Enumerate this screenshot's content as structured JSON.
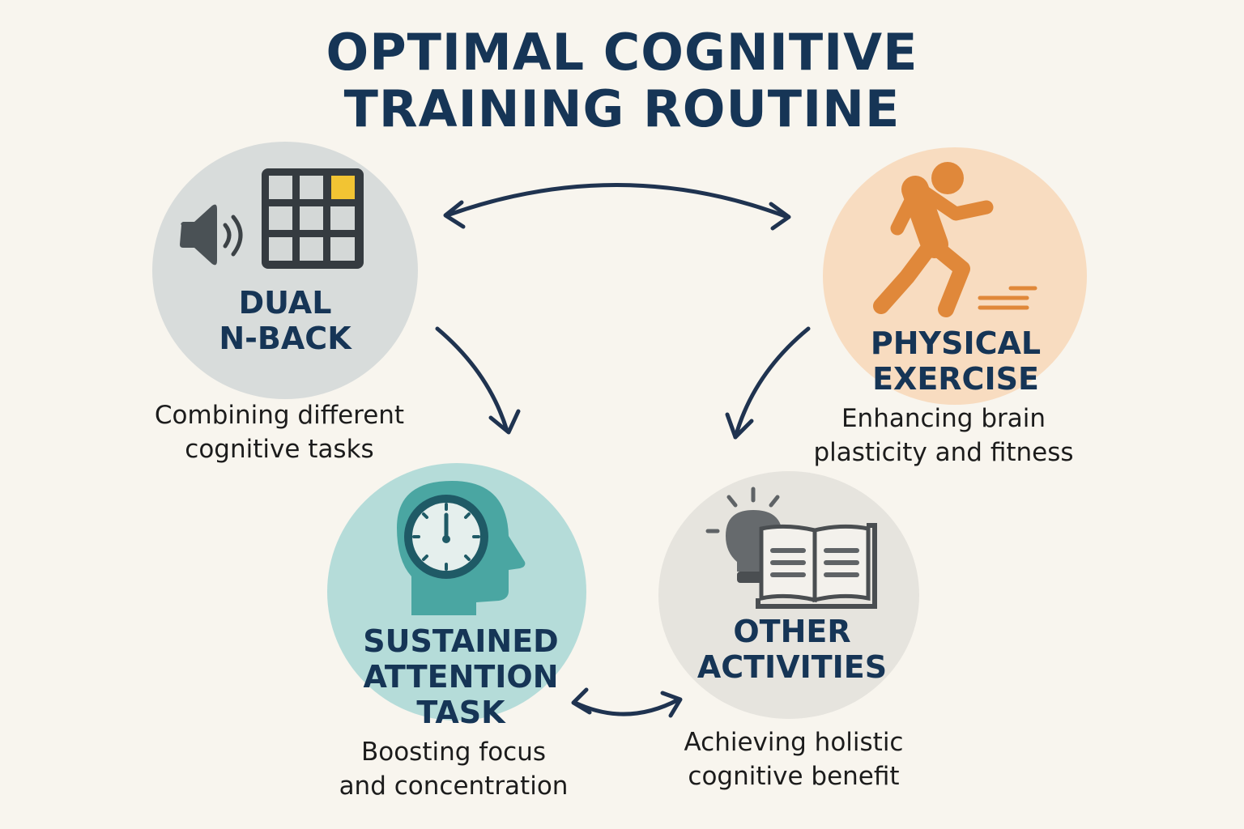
{
  "title": {
    "line1": "OPTIMAL COGNITIVE",
    "line2": "TRAINING ROUTINE"
  },
  "colors": {
    "background": "#f8f5ee",
    "title_text": "#163556",
    "arrow": "#1f3350",
    "dual_nback_circle": "#d8dcdb",
    "physical_circle": "#f8dcc0",
    "sustained_circle": "#b5dcd9",
    "other_circle": "#e6e4de",
    "grid_highlight": "#f2c433",
    "runner_orange": "#e0883a",
    "head_teal": "#4aa6a2"
  },
  "nodes": [
    {
      "id": "dual-n-back",
      "label_line1": "DUAL",
      "label_line2": "N-BACK",
      "icons": [
        "speaker-icon",
        "grid-3x3-icon"
      ],
      "description_line1": "Combining different",
      "description_line2": "cognitive tasks"
    },
    {
      "id": "physical-exercise",
      "label_line1": "PHYSICAL",
      "label_line2": "EXERCISE",
      "icons": [
        "running-person-icon"
      ],
      "description_line1": "Enhancing brain",
      "description_line2": "plasticity and fitness"
    },
    {
      "id": "sustained-attention-task",
      "label_line1": "SUSTAINED",
      "label_line2": "ATTENTION",
      "label_line3": "TASK",
      "icons": [
        "head-clock-icon"
      ],
      "description_line1": "Boosting focus",
      "description_line2": "and concentration"
    },
    {
      "id": "other-activities",
      "label_line1": "OTHER",
      "label_line2": "ACTIVITIES",
      "icons": [
        "lightbulb-icon",
        "open-book-icon"
      ],
      "description_line1": "Achieving holistic",
      "description_line2": "cognitive benefit"
    }
  ],
  "connections": [
    {
      "from": "dual-n-back",
      "to": "physical-exercise",
      "type": "bidirectional"
    },
    {
      "from": "dual-n-back",
      "to": "sustained-attention-task",
      "type": "directed"
    },
    {
      "from": "physical-exercise",
      "to": "other-activities",
      "type": "directed"
    },
    {
      "from": "sustained-attention-task",
      "to": "other-activities",
      "type": "bidirectional"
    }
  ]
}
